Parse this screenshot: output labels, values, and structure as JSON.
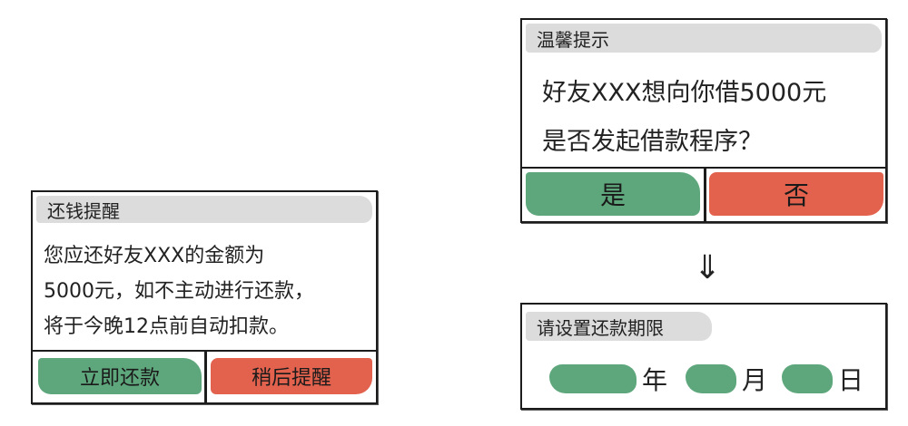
{
  "repay_card": {
    "title": "还钱提醒",
    "lines": [
      "您应还好友XXX的金额为",
      "5000元，如不主动进行还款，",
      "将于今晚12点前自动扣款。"
    ],
    "repay_now_label": "立即还款",
    "remind_later_label": "稍后提醒"
  },
  "prompt_card": {
    "title": "温馨提示",
    "lines": [
      "好友XXX想向你借5000元",
      "是否发起借款程序？"
    ],
    "yes_label": "是",
    "no_label": "否"
  },
  "flow_arrow": "⇓",
  "deadline_card": {
    "title": "请设置还款期限",
    "year_label": "年",
    "month_label": "月",
    "day_label": "日"
  },
  "colors": {
    "green": "#5ea77c",
    "red": "#e2624e",
    "header_gray": "#dcdcdc",
    "border": "#1c1c1c"
  }
}
